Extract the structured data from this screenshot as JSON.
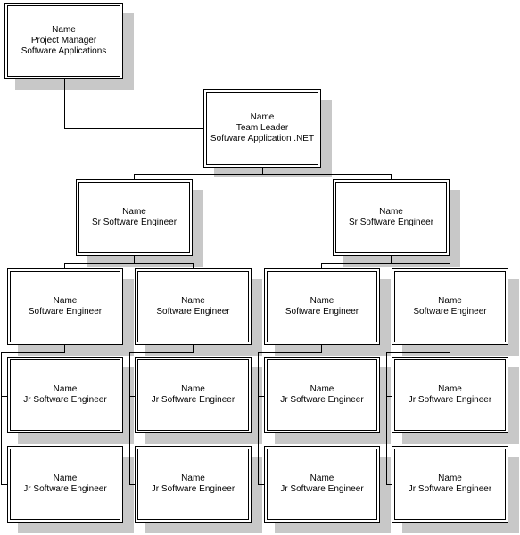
{
  "org_chart": {
    "project_manager": {
      "name": "Name",
      "title": "Project Manager",
      "dept": "Software Applications"
    },
    "team_leader": {
      "name": "Name",
      "title": "Team Leader",
      "dept": "Software Application .NET"
    },
    "sr_engineers": [
      {
        "name": "Name",
        "title": "Sr Software Engineer"
      },
      {
        "name": "Name",
        "title": "Sr Software Engineer"
      }
    ],
    "engineers": [
      {
        "name": "Name",
        "title": "Software Engineer"
      },
      {
        "name": "Name",
        "title": "Software Engineer"
      },
      {
        "name": "Name",
        "title": "Software Engineer"
      },
      {
        "name": "Name",
        "title": "Software Engineer"
      }
    ],
    "jr_engineers_row1": [
      {
        "name": "Name",
        "title": "Jr Software Engineer"
      },
      {
        "name": "Name",
        "title": "Jr Software Engineer"
      },
      {
        "name": "Name",
        "title": "Jr Software Engineer"
      },
      {
        "name": "Name",
        "title": "Jr Software Engineer"
      }
    ],
    "jr_engineers_row2": [
      {
        "name": "Name",
        "title": "Jr Software Engineer"
      },
      {
        "name": "Name",
        "title": "Jr Software Engineer"
      },
      {
        "name": "Name",
        "title": "Jr Software Engineer"
      },
      {
        "name": "Name",
        "title": "Jr Software Engineer"
      }
    ]
  },
  "colors": {
    "border": "#000000",
    "shadow": "#c8c8c8",
    "background": "#ffffff"
  }
}
